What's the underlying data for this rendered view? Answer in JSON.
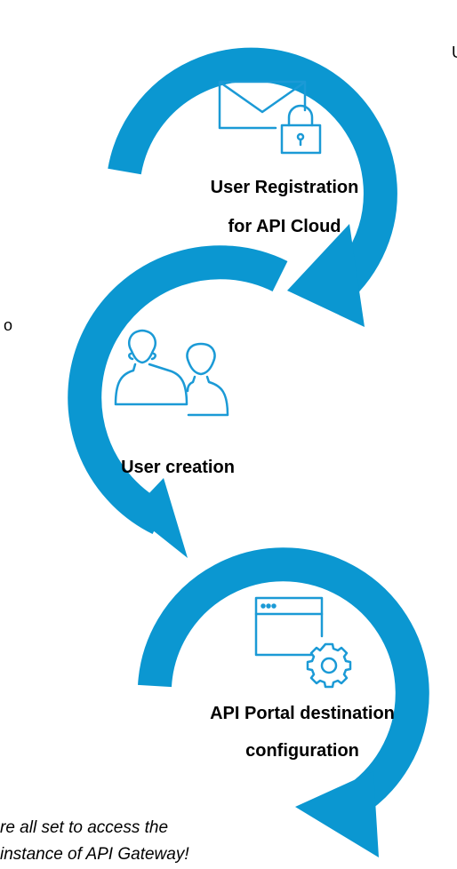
{
  "colors": {
    "arc": "#0B97D1",
    "icon_stroke": "#1B9AD6",
    "text": "#000000"
  },
  "steps": [
    {
      "icon": "envelope-lock-icon",
      "label_line1": "User Registration",
      "label_line2": "for API Cloud"
    },
    {
      "icon": "users-icon",
      "label_line1": "User creation"
    },
    {
      "icon": "browser-gear-icon",
      "label_line1": "API Portal destination",
      "label_line2": "configuration"
    }
  ],
  "footer": {
    "line1": "re all set to access the",
    "line2": "instance of API Gateway!"
  },
  "edge_glyphs": {
    "top_right": "U",
    "left": "o"
  }
}
